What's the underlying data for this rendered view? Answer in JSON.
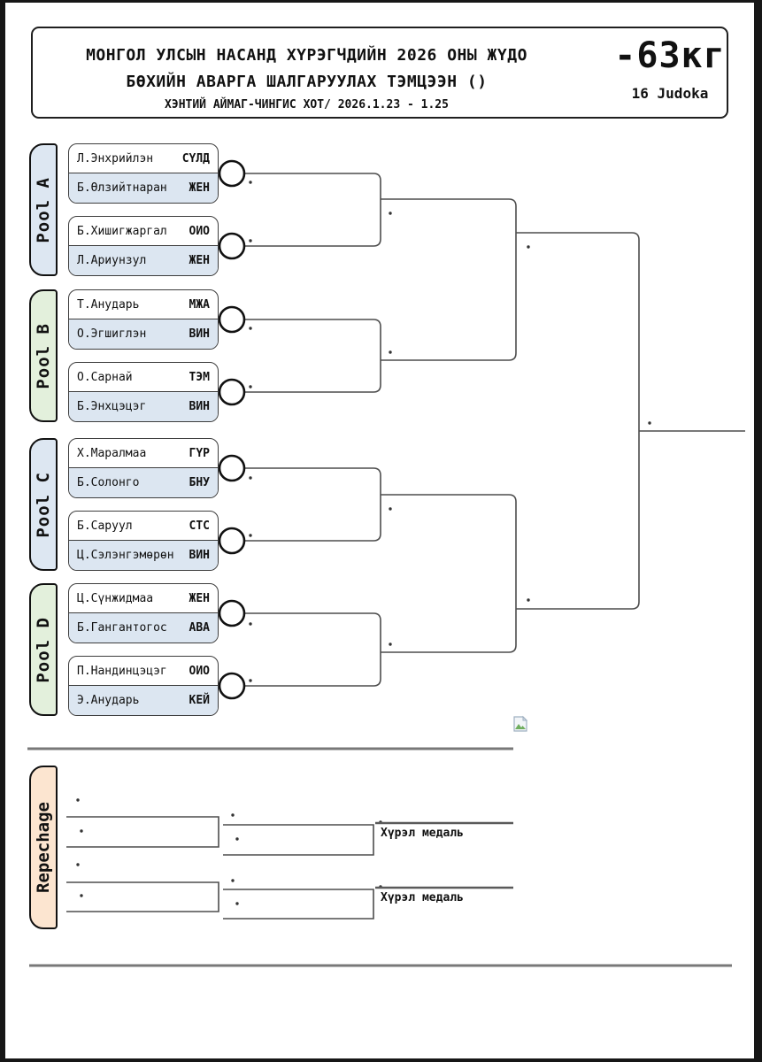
{
  "header": {
    "title_line1": "МОНГОЛ УЛСЫН НАСАНД ХҮРЭГЧДИЙН 2026 ОНЫ ЖҮДО",
    "title_line2": "БӨХИЙН АВАРГА ШАЛГАРУУЛАХ ТЭМЦЭЭН ()",
    "subtitle": "ХЭНТИЙ АЙМАГ-ЧИНГИС ХОТ/ 2026.1.23 - 1.25",
    "weight_class": "-63кг",
    "judoka_count": "16 Judoka"
  },
  "pools": [
    {
      "label": "Pool A",
      "color": "#dde7f2",
      "matches": [
        {
          "top": {
            "name": "Л.Энхрийлэн",
            "club": "СҮЛД"
          },
          "bottom": {
            "name": "Б.Өлзийтнаран",
            "club": "ЖЕН"
          }
        },
        {
          "top": {
            "name": "Б.Хишигжаргал",
            "club": "ОИО"
          },
          "bottom": {
            "name": "Л.Ариунзул",
            "club": "ЖЕН"
          }
        }
      ]
    },
    {
      "label": "Pool B",
      "color": "#e3f0dc",
      "matches": [
        {
          "top": {
            "name": "Т.Анударь",
            "club": "МЖА"
          },
          "bottom": {
            "name": "О.Эгшиглэн",
            "club": "ВИН"
          }
        },
        {
          "top": {
            "name": "О.Сарнай",
            "club": "ТЭМ"
          },
          "bottom": {
            "name": "Б.Энхцэцэг",
            "club": "ВИН"
          }
        }
      ]
    },
    {
      "label": "Pool C",
      "color": "#dde7f2",
      "matches": [
        {
          "top": {
            "name": "Х.Маралмаа",
            "club": "ГҮР"
          },
          "bottom": {
            "name": "Б.Солонго",
            "club": "БНУ"
          }
        },
        {
          "top": {
            "name": "Б.Саруул",
            "club": "СТС"
          },
          "bottom": {
            "name": "Ц.Сэлэнгэмөрөн",
            "club": "ВИН"
          }
        }
      ]
    },
    {
      "label": "Pool D",
      "color": "#e3f0dc",
      "matches": [
        {
          "top": {
            "name": "Ц.Сүнжидмаа",
            "club": "ЖЕН"
          },
          "bottom": {
            "name": "Б.Гангантогос",
            "club": "АВА"
          }
        },
        {
          "top": {
            "name": "П.Нандинцэцэг",
            "club": "ОИО"
          },
          "bottom": {
            "name": "Э.Анударь",
            "club": "КЕЙ"
          }
        }
      ]
    }
  ],
  "repechage": {
    "label": "Repechage",
    "color": "#fce5d0",
    "bronze_matches": [
      {
        "label": "Хүрэл медаль"
      },
      {
        "label": "Хүрэл медаль"
      }
    ]
  },
  "colors": {
    "row_highlight": "#dce6f1",
    "pool_blue": "#dde7f2",
    "pool_green": "#e3f0dc",
    "repechage_peach": "#fce5d0",
    "line_gray": "#4d4d4d"
  }
}
